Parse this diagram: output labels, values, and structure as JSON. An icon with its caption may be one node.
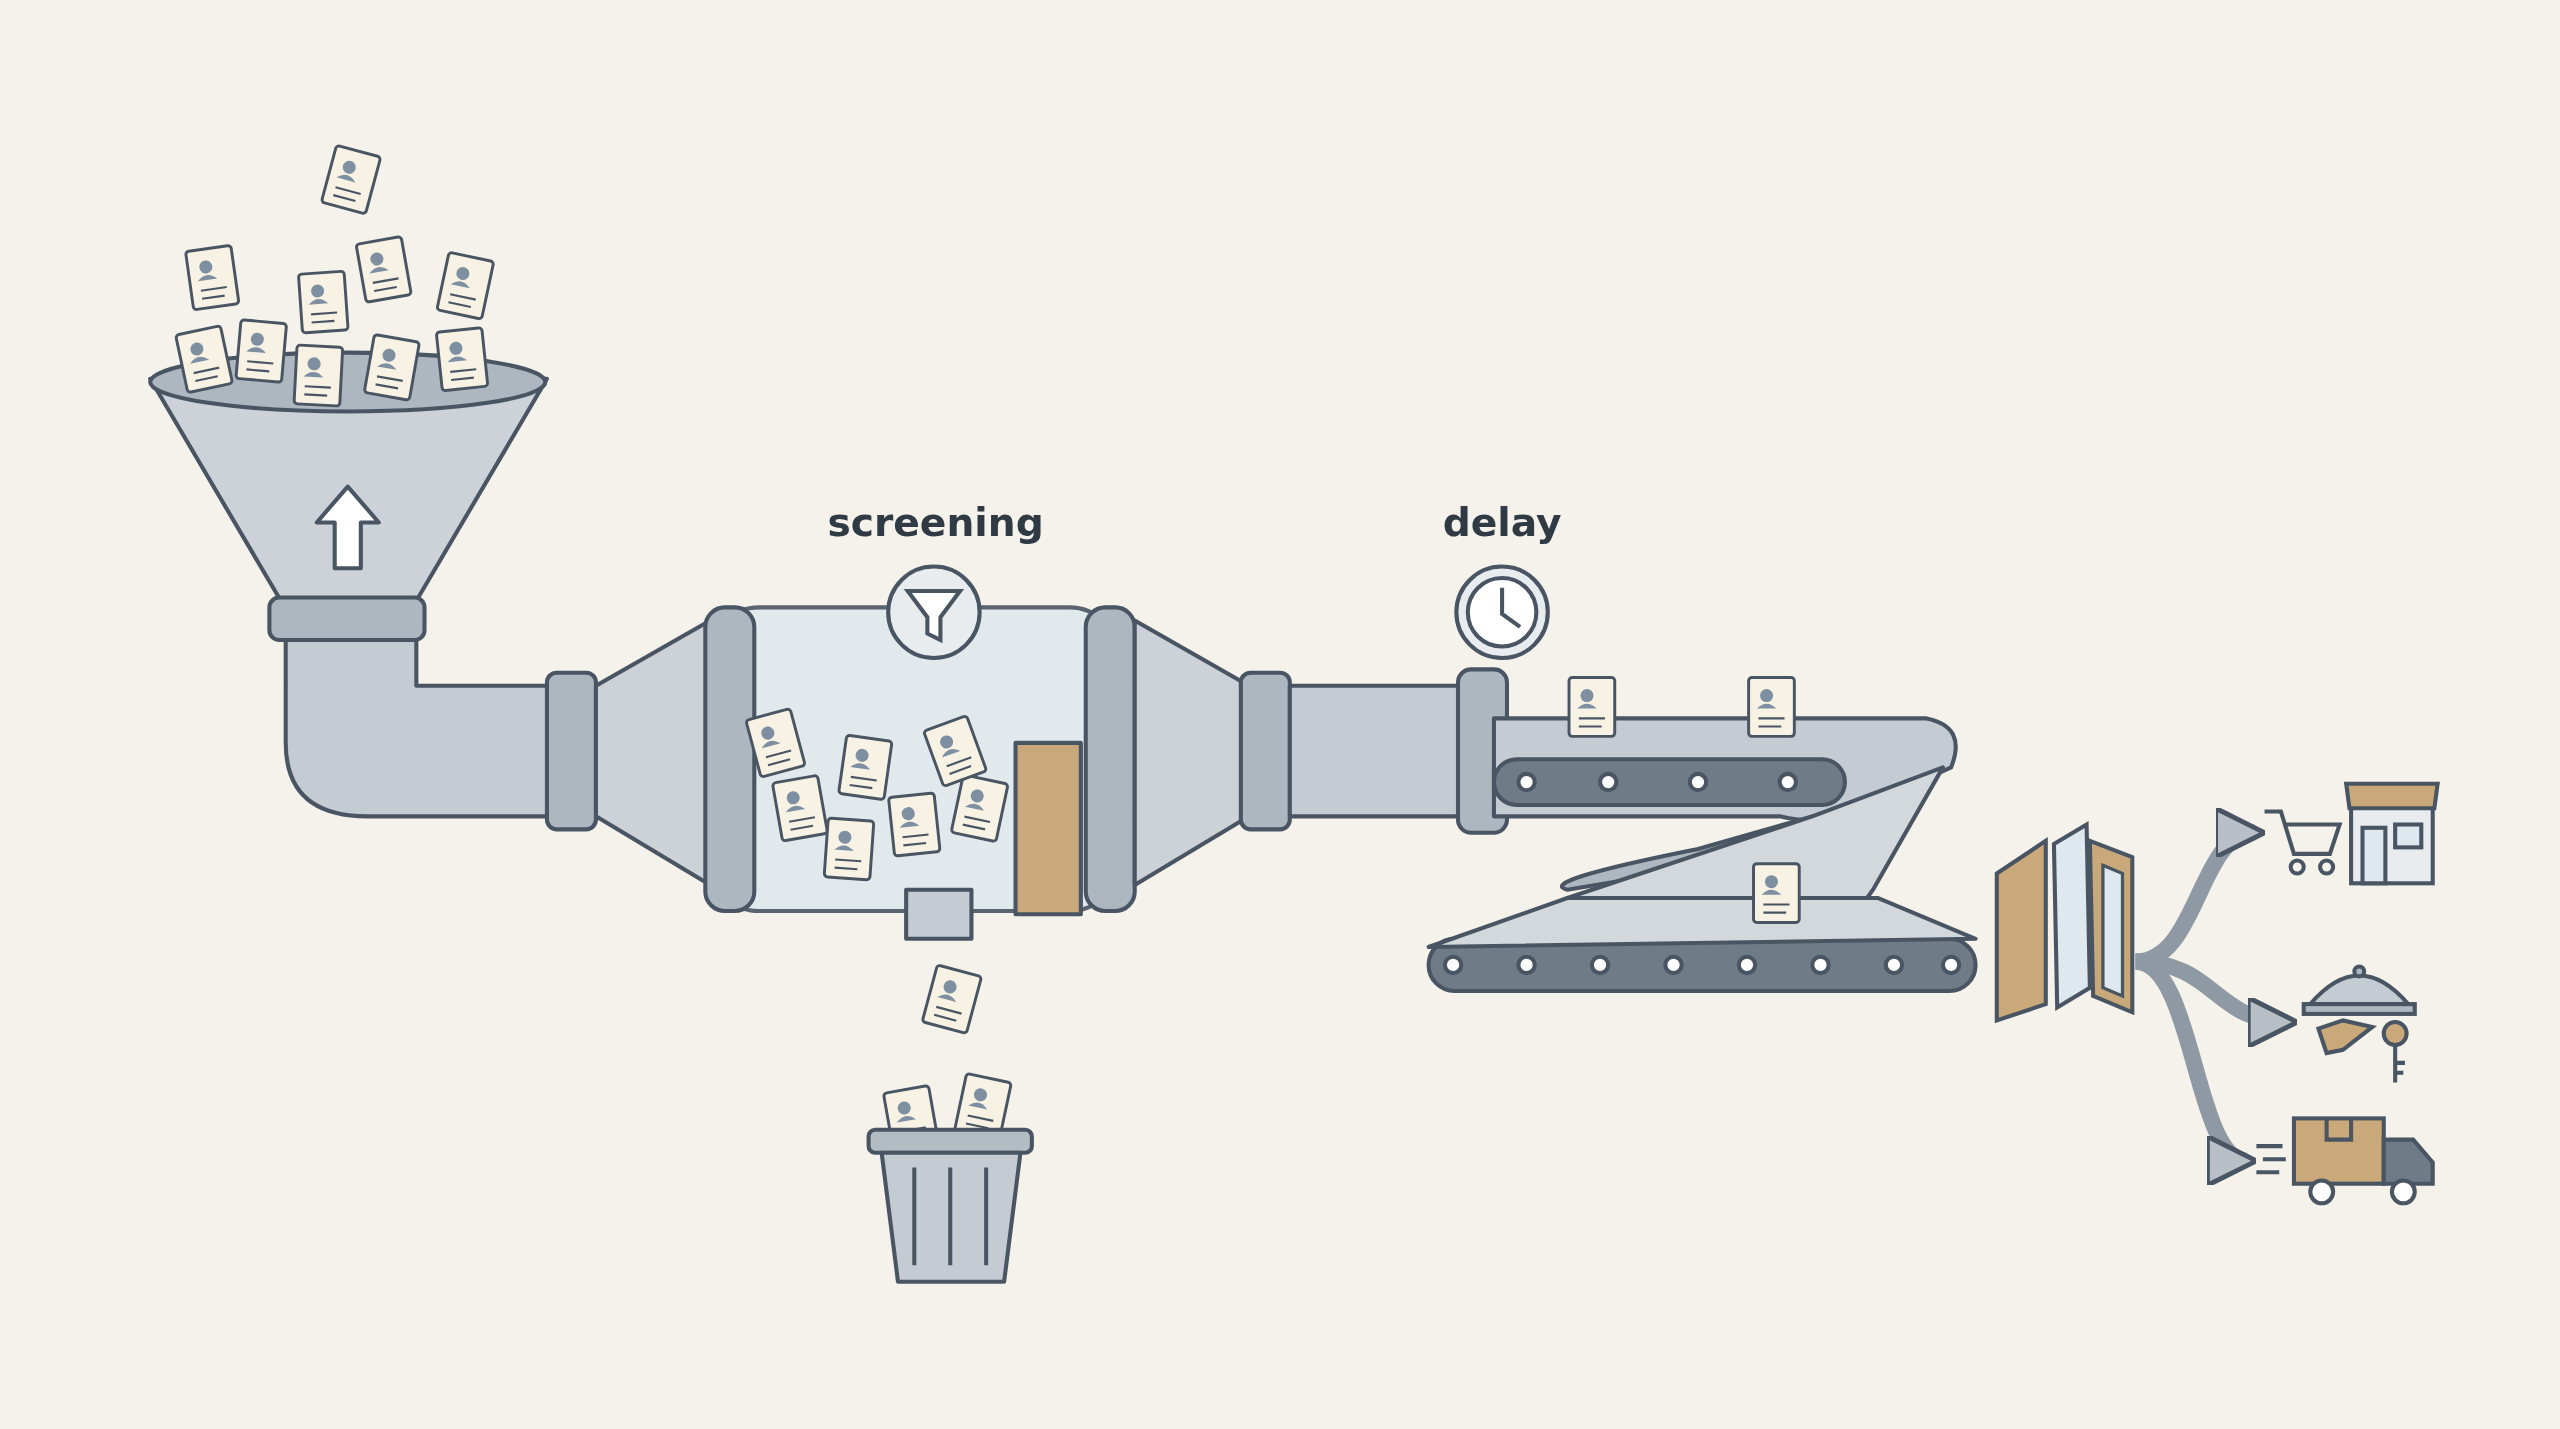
{
  "diagram": {
    "nodes": [
      {
        "text": [],
        "shape": "picture"
      },
      {
        "text": [],
        "shape": "picture"
      },
      {
        "text": [],
        "shape": "picture"
      },
      {
        "text": [],
        "shape": "picture"
      }
    ],
    "edges": [
      {
        "from": 0,
        "to": 1,
        "arrow": "to"
      },
      {
        "from": 0,
        "to": 2,
        "arrow": "to"
      },
      {
        "from": 0,
        "to": 3,
        "arrow": "to"
      }
    ],
    "labels": [
      "screening",
      "delay"
    ]
  }
}
